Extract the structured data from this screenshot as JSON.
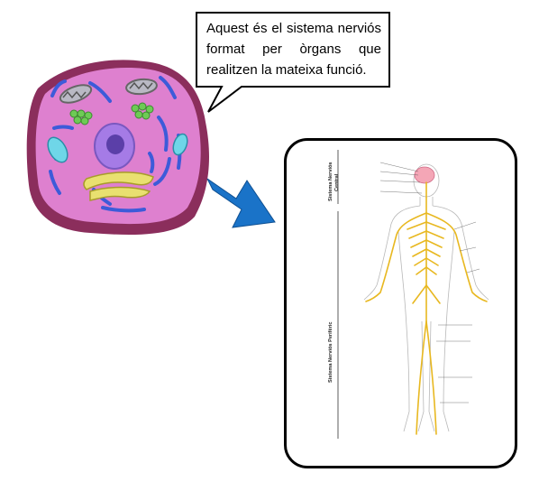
{
  "speech_bubble": {
    "text": "Aquest és el sistema nerviós format per òrgans que realitzen la mateixa funció."
  },
  "diagram": {
    "central_label_1": "Sistema Nerviós",
    "central_label_2": "Central",
    "peripheral_label": "Sistema Nerviós  Perifèric",
    "colors": {
      "nerve": "#e8b820",
      "arrow": "#1a73c8",
      "cell_body": "#e07fc4",
      "cell_border": "#8a2a58"
    }
  }
}
